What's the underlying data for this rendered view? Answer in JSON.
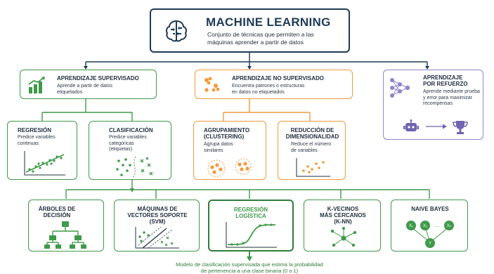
{
  "main": {
    "title": "MACHINE LEARNING",
    "subtitle_line1": "Conjunto de técnicas que permiten a las",
    "subtitle_line2": "máquinas aprender a partir de datos",
    "icon": "brain-icon"
  },
  "supervised": {
    "title": "APRENDIZAJE SUPERVISADO",
    "desc_line1": "Aprende a partir de datos",
    "desc_line2": "etiquetados",
    "icon": "bar-chart-icon",
    "color": "#3f9a4a"
  },
  "unsupervised": {
    "title": "APRENDIZAJE NO SUPERVISADO",
    "desc_line1": "Encuentra patrones o estructuras",
    "desc_line2": "en datos no etiquetados",
    "icon": "clusters-icon",
    "color": "#f39a3c"
  },
  "reinforcement": {
    "title_line1": "APRENDIZAJE",
    "title_line2": "POR REFUERZO",
    "desc_line1": "Aprende mediante prueba",
    "desc_line2": "y error para maximizar",
    "desc_line3": "recompensas",
    "icon": "network-icon",
    "color": "#8f86c8"
  },
  "regression": {
    "title": "REGRESIÓN",
    "desc_line1": "Predice variables",
    "desc_line2": "continuas"
  },
  "classification": {
    "title": "CLASIFICACIÓN",
    "desc_line1": "Predice variables",
    "desc_line2": "categóricas",
    "desc_line3": "(etiquetas)"
  },
  "clustering": {
    "title_line1": "AGRUPAMIENTO",
    "title_line2": "(CLUSTERING)",
    "desc_line1": "Agrupa datos",
    "desc_line2": "similares"
  },
  "dimred": {
    "title_line1": "REDUCCIÓN DE",
    "title_line2": "DIMENSIONALIDAD",
    "desc_line1": "Reduce el número",
    "desc_line2": "de variables"
  },
  "algorithms": [
    {
      "line1": "ÁRBOLES DE",
      "line2": "DECISIÓN",
      "line3": ""
    },
    {
      "line1": "MÁQUINAS DE",
      "line2": "VECTORES SOPORTE",
      "line3": "(SVM)"
    },
    {
      "line1": "REGRESIÓN",
      "line2": "LOGÍSTICA",
      "line3": ""
    },
    {
      "line1": "K-VECINOS",
      "line2": "MÁS CERCANOS",
      "line3": "(K-NN)"
    },
    {
      "line1": "NAIVE BAYES",
      "line2": "",
      "line3": ""
    }
  ],
  "naive_bayes_nodes": [
    "X₁",
    "X₂",
    "Xₙ",
    "Y",
    "..."
  ],
  "footer": {
    "line1": "Modelo de clasificación supervisada que estima la probabilidad",
    "line2": "de pertenencia a una clase binaria (0 o 1)"
  },
  "colors": {
    "navy": "#1f3b57",
    "green": "#3f9a4a",
    "orange": "#f39a3c",
    "purple": "#8f86c8"
  }
}
